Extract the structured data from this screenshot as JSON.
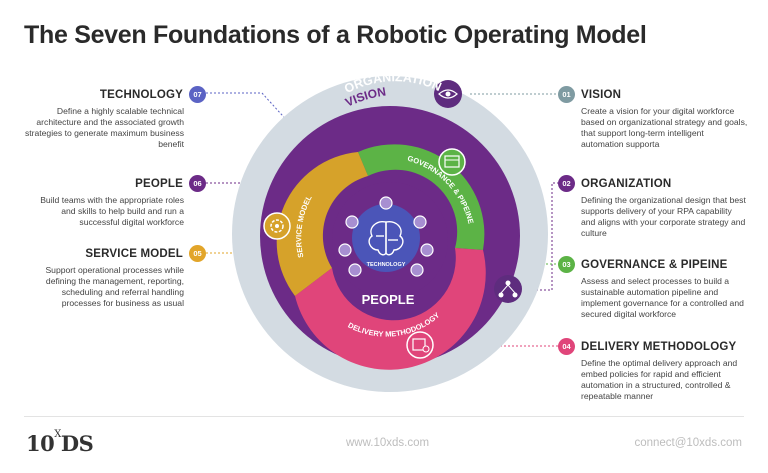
{
  "title": "The Seven Foundations of a Robotic Operating Model",
  "diagram": {
    "ring_vision": "VISION",
    "ring_organization": "ORGANIZATION",
    "arc_governance": "GOVERNANCE & PIPEINE",
    "arc_service": "SERVICE MODEL",
    "arc_delivery": "DELIVERY METHODOLOGY",
    "people_label": "PEOPLE",
    "technology_label": "TECHNOLOGY"
  },
  "items": [
    {
      "num": "01",
      "title": "VISION",
      "desc": "Create a vision for your digital workforce based on organizational strategy and goals, that support long-term intelligent automation supporta"
    },
    {
      "num": "02",
      "title": "ORGANIZATION",
      "desc": "Defining the organizational design that best supports delivery of your RPA capability and aligns with your corporate strategy and culture"
    },
    {
      "num": "03",
      "title": "GOVERNANCE & PIPEINE",
      "desc": "Assess and select processes to build a sustainable automation pipeline and implement governance for a controlled and secured digital workforce"
    },
    {
      "num": "04",
      "title": "DELIVERY METHODOLOGY",
      "desc": "Define the optimal delivery approach and embed policies for rapid and efficient automation in a structured, controlled & repeatable manner"
    },
    {
      "num": "05",
      "title": "SERVICE MODEL",
      "desc": "Support operational processes while defining the management, reporting, scheduling and referral handling processes for business as usual"
    },
    {
      "num": "06",
      "title": "PEOPLE",
      "desc": "Build teams with the appropriate roles and skills to help build and run a successful digital workforce"
    },
    {
      "num": "07",
      "title": "TECHNOLOGY",
      "desc": "Define a highly scalable technical architecture and the associated growth strategies to generate maximum business benefit"
    }
  ],
  "footer": {
    "logo_main": "10",
    "logo_sup": "X",
    "logo_end": "DS",
    "website": "www.10xds.com",
    "email": "connect@10xds.com"
  },
  "colors": {
    "vision": "#d3dbe2",
    "organization": "#6c2b87",
    "governance": "#5cb346",
    "service": "#d6a22a",
    "delivery": "#e0457a",
    "core": "#4b55b8",
    "num_vision": "#7f9ba2",
    "num_org": "#6c2b87",
    "num_gov": "#5cb346",
    "num_delivery": "#e0457a",
    "num_service": "#e2a52a",
    "num_people": "#6c2b87",
    "num_tech": "#5b63c4"
  }
}
